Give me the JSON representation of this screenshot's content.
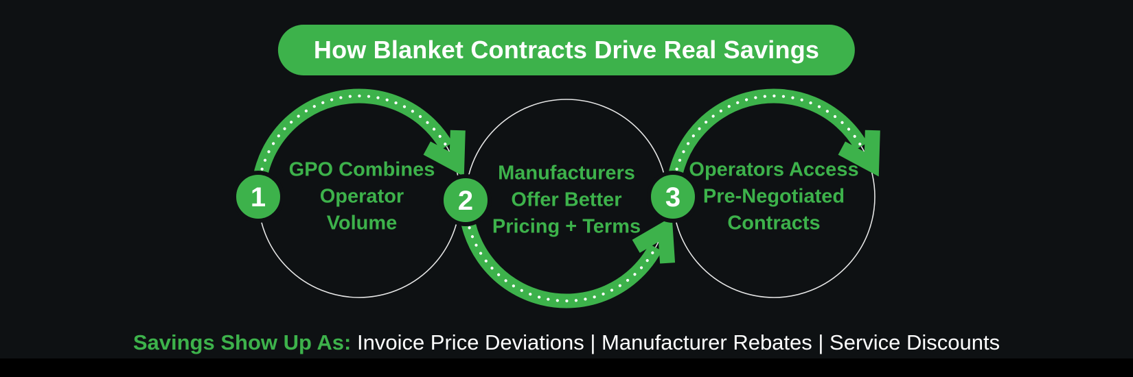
{
  "page": {
    "background_color": "#0e1113",
    "accent_green": "#3db24b",
    "text_white": "#ffffff"
  },
  "banner": {
    "title": "How Blanket Contracts Drive Real Savings"
  },
  "steps": [
    {
      "number": "1",
      "lines": [
        "GPO Combines",
        "Operator",
        "Volume"
      ]
    },
    {
      "number": "2",
      "lines": [
        "Manufacturers",
        "Offer Better",
        "Pricing + Terms"
      ]
    },
    {
      "number": "3",
      "lines": [
        "Operators Access",
        "Pre-Negotiated",
        "Contracts"
      ]
    }
  ],
  "footer": {
    "label": "Savings Show Up As:",
    "text": "Invoice Price Deviations | Manufacturer Rebates | Service Discounts"
  }
}
